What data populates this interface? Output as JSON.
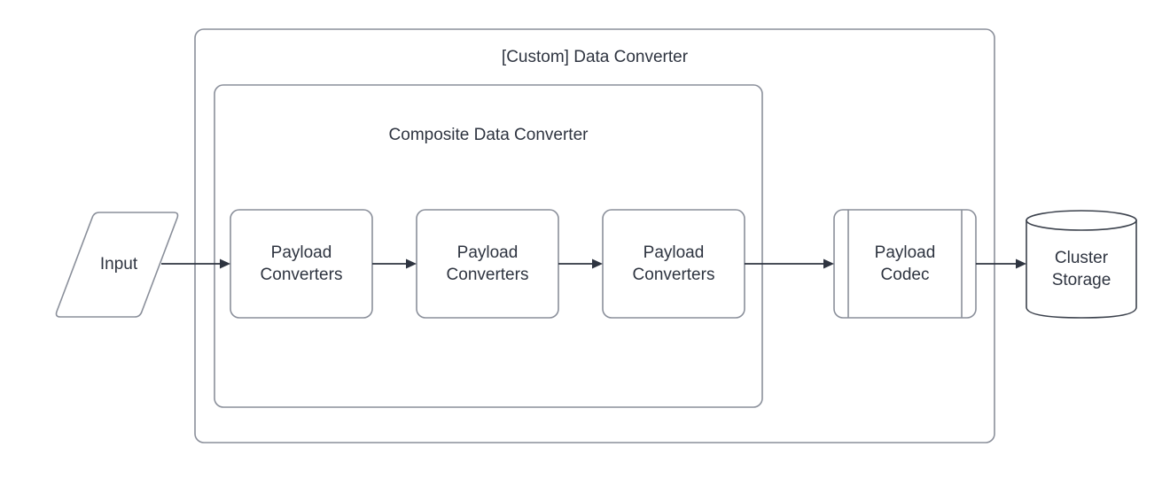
{
  "diagram": {
    "title_outer": "[Custom] Data Converter",
    "title_inner": "Composite Data Converter",
    "background_color": "#ffffff",
    "stroke_color": "#8a8f9a",
    "text_color": "#2e3440",
    "arrow_color": "#2e3440"
  },
  "containers": [
    {
      "id": "custom-data-converter",
      "label": "[Custom] Data Converter",
      "shape": "rounded-rectangle"
    },
    {
      "id": "composite-data-converter",
      "label": "Composite Data Converter",
      "shape": "rounded-rectangle"
    }
  ],
  "nodes": [
    {
      "id": "input",
      "label": "Input",
      "shape": "parallelogram"
    },
    {
      "id": "payload-converters-1",
      "label": "Payload\nConverters",
      "shape": "rounded-rectangle"
    },
    {
      "id": "payload-converters-2",
      "label": "Payload\nConverters",
      "shape": "rounded-rectangle"
    },
    {
      "id": "payload-converters-3",
      "label": "Payload\nConverters",
      "shape": "rounded-rectangle"
    },
    {
      "id": "payload-codec",
      "label": "Payload\nCodec",
      "shape": "predefined-process"
    },
    {
      "id": "cluster-storage",
      "label": "Cluster\nStorage",
      "shape": "cylinder"
    }
  ],
  "connectors": [
    {
      "id": "input-to-converter-1",
      "from": "input",
      "to": "payload-converters-1",
      "arrow": "solid-triangle"
    },
    {
      "id": "converter-1-to-converter-2",
      "from": "payload-converters-1",
      "to": "payload-converters-2",
      "arrow": "solid-triangle"
    },
    {
      "id": "converter-2-to-converter-3",
      "from": "payload-converters-2",
      "to": "payload-converters-3",
      "arrow": "solid-triangle"
    },
    {
      "id": "converter-3-to-codec",
      "from": "payload-converters-3",
      "to": "payload-codec",
      "arrow": "solid-triangle"
    },
    {
      "id": "codec-to-storage",
      "from": "payload-codec",
      "to": "cluster-storage",
      "arrow": "solid-triangle"
    }
  ]
}
